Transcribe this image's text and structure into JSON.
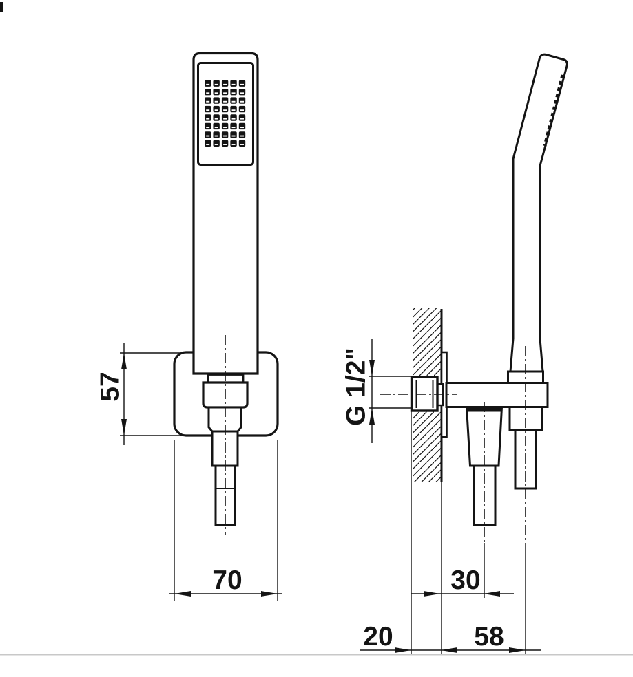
{
  "drawing": {
    "title": "handshower-wall-bracket-technical-drawing",
    "views": {
      "front_view": "front view of handshower on wall bracket",
      "side_view": "side section view at wall"
    }
  },
  "dimensions": {
    "bracket_height": "57",
    "bracket_width": "70",
    "thread_size": "G 1/2\"",
    "wall_depth": "20",
    "outlet_offset": "30",
    "handle_offset": "58"
  },
  "spray_face": {
    "columns": 5,
    "rows": 8
  },
  "colors": {
    "line": "#141414",
    "baseline": "#c8c8c8",
    "background": "#ffffff"
  }
}
